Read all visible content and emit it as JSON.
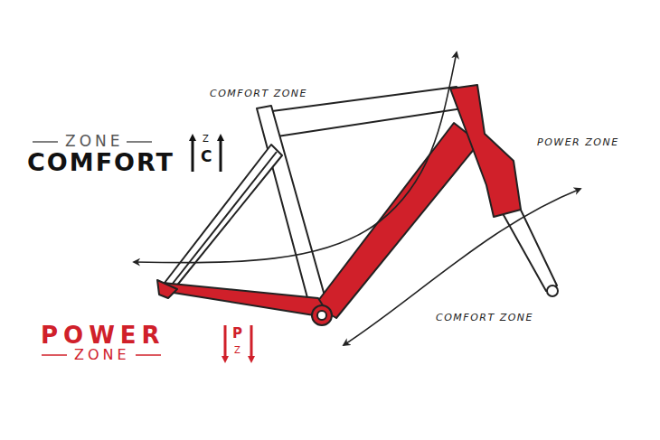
{
  "diagram": {
    "labels": [
      "COMFORT ZONE",
      "POWER ZONE",
      "COMFORT ZONE",
      "ZONE",
      "COMFORT",
      "Z",
      "C",
      "POWER",
      "ZONE",
      "P",
      "Z"
    ]
  }
}
